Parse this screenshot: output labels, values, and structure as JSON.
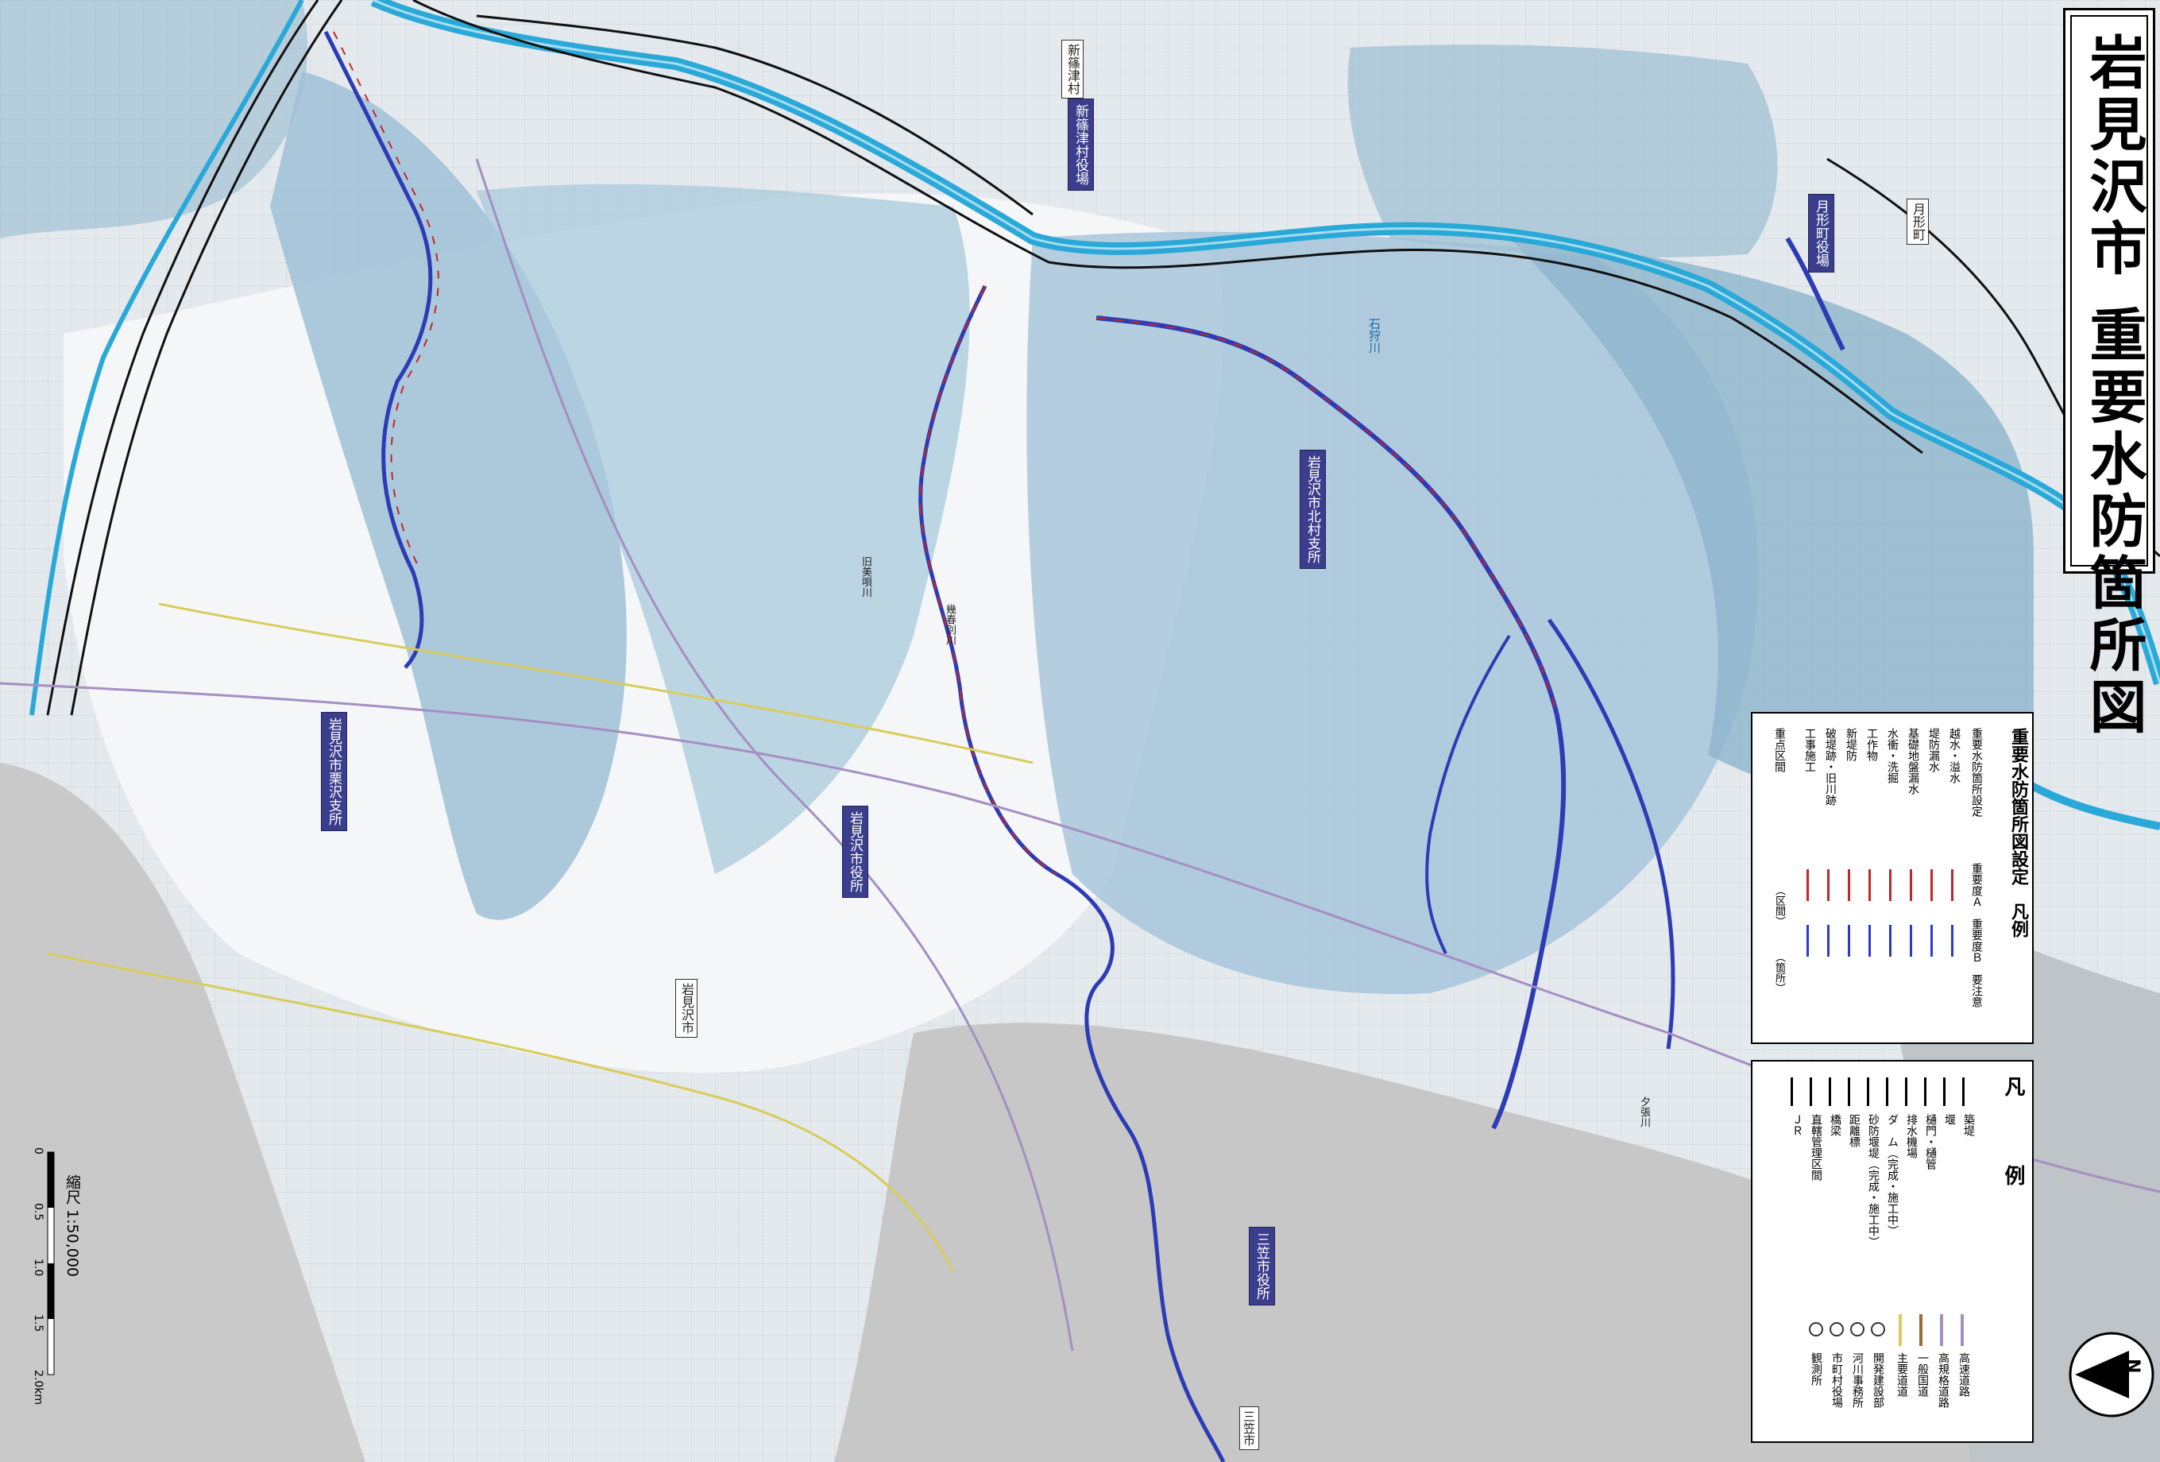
{
  "title": "岩見沢市 重要水防箇所図",
  "legend_main": {
    "title": "凡　例",
    "items": [
      {
        "label": "築堤",
        "symbol": "line"
      },
      {
        "label": "堰",
        "symbol": "weir"
      },
      {
        "label": "樋門・樋管",
        "symbol": "gate"
      },
      {
        "label": "排水機場",
        "symbol": "pump"
      },
      {
        "label": "ダ　ム（完成・施工中）",
        "symbol": "dam"
      },
      {
        "label": "砂防堰堤（完成・施工中）",
        "symbol": "sabo"
      },
      {
        "label": "距離標",
        "symbol": "km"
      },
      {
        "label": "橋梁",
        "symbol": "bridge"
      },
      {
        "label": "直轄管理区間",
        "symbol": "direct"
      },
      {
        "label": "ＪＲ",
        "symbol": "jr"
      }
    ],
    "roads": [
      "高速道路",
      "高規格道路",
      "一般国道",
      "主要道道"
    ],
    "offices": [
      "開発建設部",
      "河川事務所",
      "市町村役場",
      "観測所"
    ]
  },
  "legend_water": {
    "title": "重要水防箇所図設定　凡例",
    "headers": [
      "重要水防箇所設定",
      "重要度Ａ",
      "重要度Ｂ",
      "要注意"
    ],
    "rows": [
      "越水・溢水",
      "堤防漏水",
      "基礎地盤漏水",
      "水衝・洗掘",
      "工作物",
      "新堤防",
      "破堤跡・旧川跡",
      "工事施工"
    ],
    "point_row": "重点区間",
    "point_cells": [
      "（区間）",
      "（箇所）"
    ]
  },
  "scale": {
    "label": "縮尺 1:50,000",
    "ticks": [
      "0",
      "0.5",
      "1.0",
      "1.5",
      "2.0km"
    ]
  },
  "north": "N",
  "offices": [
    {
      "label": "月形町役場"
    },
    {
      "label": "新篠津村役場"
    },
    {
      "label": "岩見沢市北村支所"
    },
    {
      "label": "岩見沢市役所"
    },
    {
      "label": "岩見沢市栗沢支所"
    },
    {
      "label": "三笠市役所"
    }
  ],
  "labels": [
    "月形町",
    "新篠津村",
    "岩見沢市",
    "石狩川",
    "幾春別川",
    "旧美唄川",
    "三笠市",
    "夕張川"
  ],
  "rivers": {
    "main_color": "#2aa9d9",
    "tributary_color": "#2d3bb5",
    "important_a": "#c0282d",
    "important_b": "#2b3ad1",
    "flood_zone": "#9fc3d8",
    "land": "#dde3e8",
    "hills": "#c8c8c8"
  }
}
